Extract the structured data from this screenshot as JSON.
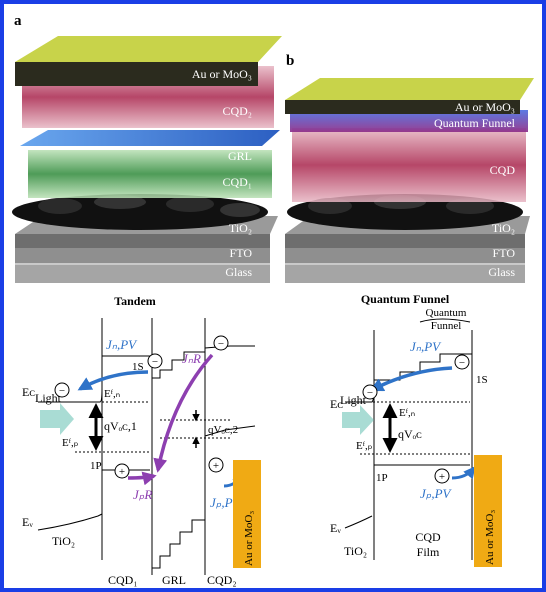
{
  "panels": {
    "a": {
      "letter": "a",
      "caption": "Tandem",
      "layers": {
        "top_contact": "Au or MoO₃",
        "cqd2": "CQD₂",
        "grl": "GRL",
        "cqd1": "CQD₁",
        "tio2": "TiO₂",
        "fto": "FTO",
        "glass": "Glass"
      },
      "band": {
        "jn_pv": "Jₙ,PV",
        "jp_pv": "Jₚ,PV",
        "jnr": "JₙR",
        "jpr": "JₚR",
        "ec": "Eᴄ",
        "ev": "Eᵥ",
        "light": "Light",
        "efn": "Eᶠ,ₙ",
        "efp": "Eᶠ,ₚ",
        "qvoc1": "qVₒᴄ,1",
        "qvoc2": "qVₒᴄ,2",
        "level_1s": "1S",
        "level_1p": "1P",
        "tio2": "TiO₂",
        "cqd1": "CQD₁",
        "grl": "GRL",
        "cqd2": "CQD₂",
        "contact": "Au or MoO₃"
      }
    },
    "b": {
      "letter": "b",
      "caption": "Quantum Funnel",
      "layers": {
        "top_contact": "Au or MoO₃",
        "funnel": "Quantum Funnel",
        "cqd": "CQD",
        "tio2": "TiO₂",
        "fto": "FTO",
        "glass": "Glass"
      },
      "band": {
        "funnel_label_1": "Quantum",
        "funnel_label_2": "Funnel",
        "jn_pv": "Jₙ,PV",
        "jp_pv": "Jₚ,PV",
        "ec": "Eᴄ",
        "ev": "Eᵥ",
        "light": "Light",
        "efn": "Eᶠ,ₙ",
        "efp": "Eᶠ,ₚ",
        "qvoc": "qVₒᴄ",
        "level_1s": "1S",
        "level_1p": "1P",
        "tio2": "TiO₂",
        "cqd_film_1": "CQD",
        "cqd_film_2": "Film",
        "contact": "Au or MoO₃"
      }
    }
  },
  "symbols": {
    "minus": "−",
    "plus": "+"
  },
  "colors": {
    "frame": "#1a3ee6",
    "contact": "#f0aa14",
    "arrow_blue": "#2f73c8",
    "arrow_purple": "#8d3fb0",
    "light_arrow": "#a9dcd4",
    "top_slab": "#c8d34a",
    "cqd_red": "#9e2046",
    "grl_blue": "#3d7fd6",
    "cqd_green": "#2f8a3a"
  }
}
